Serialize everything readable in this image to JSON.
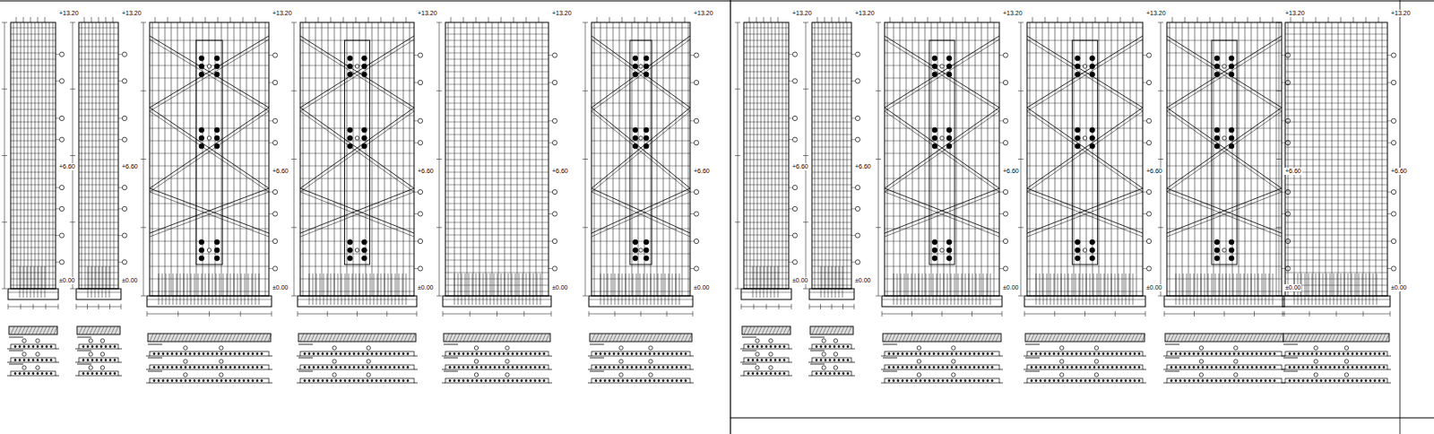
{
  "diagram": {
    "labels": [
      "+13.20",
      "+6.60",
      "±0.00",
      "+13.20",
      "+6.60",
      "±0.00",
      "+13.20",
      "+6.60",
      "±0.00",
      "+13.20",
      "+6.60",
      "±0.00",
      "+13.20",
      "+6.60",
      "±0.00",
      "+13.20",
      "+6.60",
      "±0.00",
      "+13.20",
      "+6.60",
      "±0.00",
      "+13.20",
      "+6.60",
      "±0.00",
      "+13.20",
      "+6.60",
      "±0.00",
      "+13.20",
      "+6.60",
      "±0.00",
      "+13.20",
      "+6.60",
      "±0.00",
      "+13.20",
      "+6.60",
      "±0.00"
    ]
  }
}
